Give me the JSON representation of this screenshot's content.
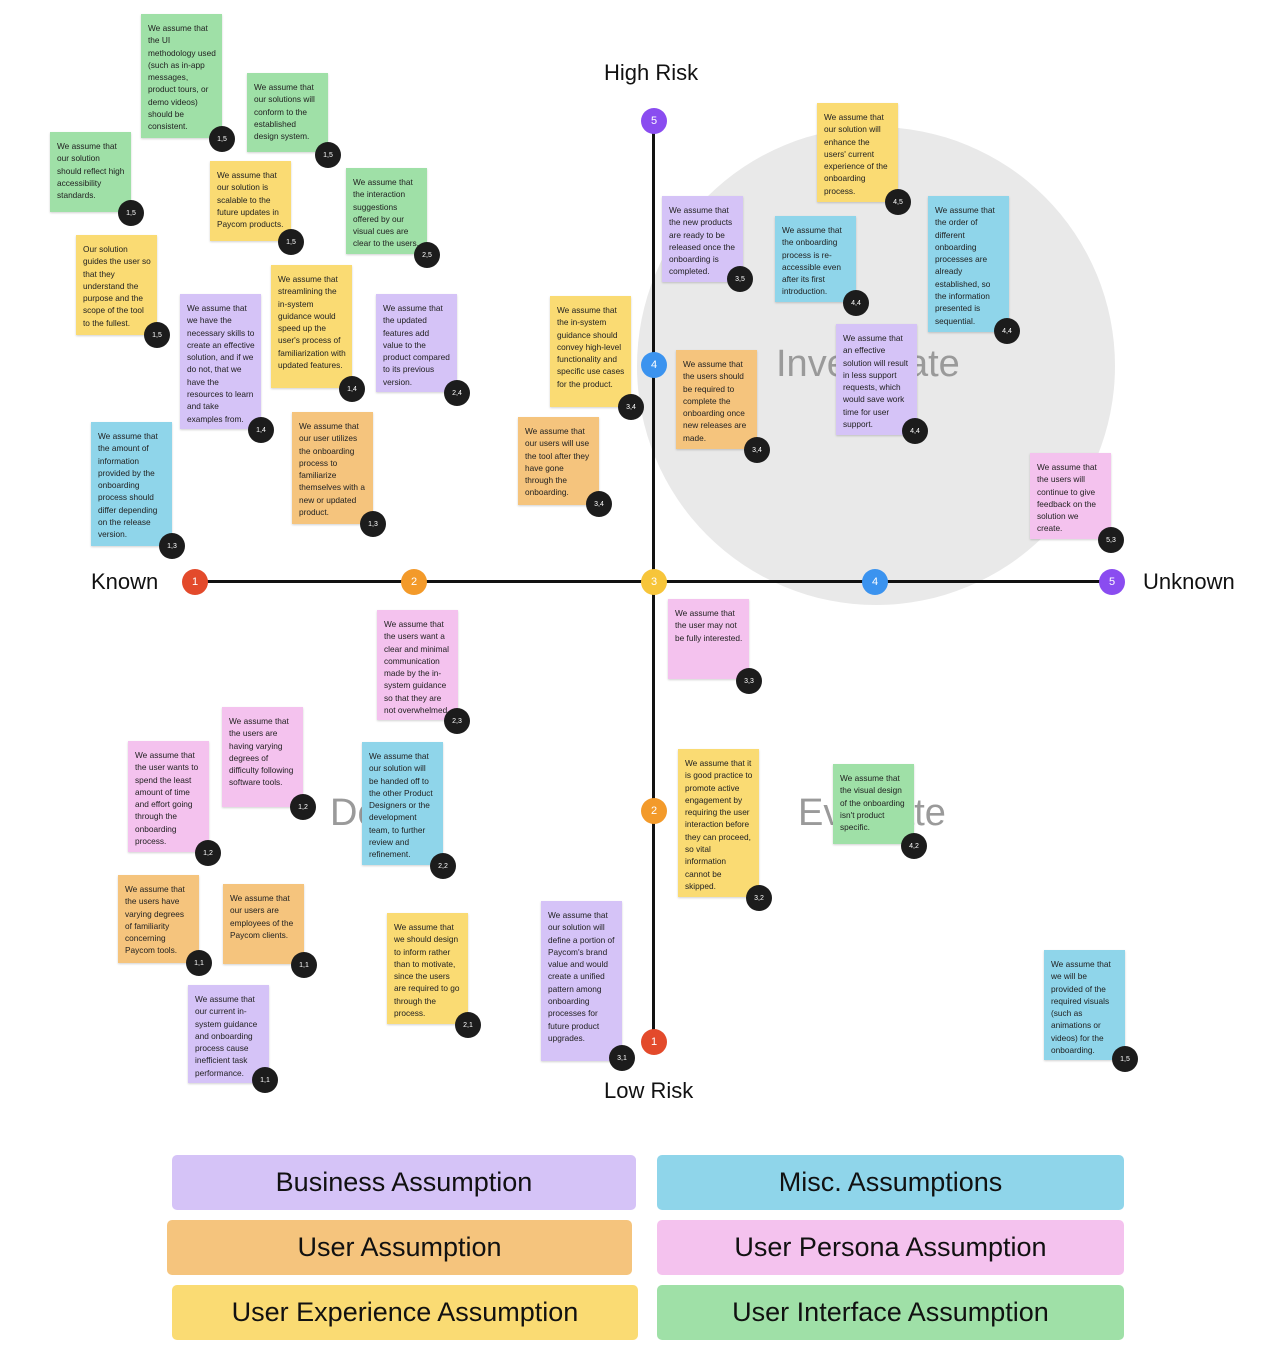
{
  "colors": {
    "purple": "#d5c3f7",
    "orange": "#f5c47d",
    "yellow": "#fadb73",
    "blue": "#8fd5ea",
    "pink": "#f4c2ee",
    "green": "#9fe0a7",
    "dot_red": "#e34a2b",
    "dot_orange": "#f39a2a",
    "dot_yellow": "#f7c53a",
    "dot_blue": "#3b93ef",
    "dot_purple": "#8a4cf0"
  },
  "axes": {
    "top": "High Risk",
    "bottom": "Low Risk",
    "left": "Known",
    "right": "Unknown",
    "h_ticks": [
      "1",
      "2",
      "3",
      "4",
      "5"
    ],
    "v_ticks": [
      "5",
      "4",
      "2",
      "1"
    ]
  },
  "quadrants": {
    "investigate": "Investigate",
    "evaluate": "Evaluate",
    "defer": "Defer"
  },
  "notes": [
    {
      "text": "We assume that the UI methodology used (such as in-app messages, product tours, or demo videos) should be consistent.",
      "tag": "1,5",
      "color": "green"
    },
    {
      "text": "We assume that our solutions will conform to the established design system.",
      "tag": "1,5",
      "color": "green"
    },
    {
      "text": "We assume that our solution should reflect high accessibility standards.",
      "tag": "1,5",
      "color": "green"
    },
    {
      "text": "We assume that our solution is scalable to the future updates in Paycom products.",
      "tag": "1,5",
      "color": "yellow"
    },
    {
      "text": "We assume that the interaction suggestions offered by our visual cues are clear to the users.",
      "tag": "2,5",
      "color": "green"
    },
    {
      "text": "Our solution guides the user so that they understand the purpose and the scope of the tool to the fullest.",
      "tag": "1,5",
      "color": "yellow"
    },
    {
      "text": "We assume that streamlining the in-system guidance would speed up the user's process of familiarization with updated features.",
      "tag": "1,4",
      "color": "yellow"
    },
    {
      "text": "We assume that we have the necessary skills to create an effective solution, and if we do not, that we have the resources to learn and take examples from.",
      "tag": "1,4",
      "color": "purple"
    },
    {
      "text": "We assume that the updated features add value to the product compared to its previous version.",
      "tag": "2,4",
      "color": "purple"
    },
    {
      "text": "We assume that our user utilizes the onboarding process to familiarize themselves with a new or updated product.",
      "tag": "1,3",
      "color": "orange"
    },
    {
      "text": "We assume that the amount of information provided by the onboarding process should differ depending on the release version.",
      "tag": "1,3",
      "color": "blue"
    },
    {
      "text": "We assume that the in-system guidance should convey high-level functionality and specific use cases for the product.",
      "tag": "3,4",
      "color": "yellow"
    },
    {
      "text": "We assume that our users will use the tool after they have gone through the onboarding.",
      "tag": "3,4",
      "color": "orange"
    },
    {
      "text": "We assume that the new products are ready to be released once the onboarding is completed.",
      "tag": "3,5",
      "color": "purple"
    },
    {
      "text": "We assume that our solution will enhance the users' current experience of the onboarding process.",
      "tag": "4,5",
      "color": "yellow"
    },
    {
      "text": "We assume that the onboarding process is re-accessible even after its first introduction.",
      "tag": "4,4",
      "color": "blue"
    },
    {
      "text": "We assume that the order of different onboarding processes are already established, so the information presented is sequential.",
      "tag": "4,4",
      "color": "blue"
    },
    {
      "text": "We assume that the users should be required to complete the onboarding once new releases are made.",
      "tag": "3,4",
      "color": "orange"
    },
    {
      "text": "We assume that an effective solution will result in less support requests, which would save work time for user support.",
      "tag": "4,4",
      "color": "purple"
    },
    {
      "text": "We assume that the users will continue to give feedback on the solution we create.",
      "tag": "5,3",
      "color": "pink"
    },
    {
      "text": "We assume that the user may not be fully interested.",
      "tag": "3,3",
      "color": "pink"
    },
    {
      "text": "We assume that the users want a clear and minimal communication made by the in-system guidance so that they are not overwhelmed.",
      "tag": "2,3",
      "color": "pink"
    },
    {
      "text": "We assume that the users are having varying degrees of difficulty following software tools.",
      "tag": "1,2",
      "color": "pink"
    },
    {
      "text": "We assume that the user wants to spend the least amount of time and effort going through the onboarding process.",
      "tag": "1,2",
      "color": "pink"
    },
    {
      "text": "We assume that our solution will be handed off to the other Product Designers or the development team, to further review and refinement.",
      "tag": "2,2",
      "color": "blue"
    },
    {
      "text": "We assume that it is good practice to promote active engagement by requiring the user interaction before they can proceed, so vital information cannot be skipped.",
      "tag": "3,2",
      "color": "yellow"
    },
    {
      "text": "We assume that the visual design of the onboarding isn't product specific.",
      "tag": "4,2",
      "color": "green"
    },
    {
      "text": "We assume that the users have varying degrees of familiarity concerning Paycom tools.",
      "tag": "1,1",
      "color": "orange"
    },
    {
      "text": "We assume that our users are employees of the Paycom clients.",
      "tag": "1,1",
      "color": "orange"
    },
    {
      "text": "We assume that we should design to inform rather than to motivate, since the users are required to go through the process.",
      "tag": "2,1",
      "color": "yellow"
    },
    {
      "text": "We assume that our solution will define a portion of Paycom's brand value and would create a unified pattern among onboarding processes for future product upgrades.",
      "tag": "3,1",
      "color": "purple"
    },
    {
      "text": "We assume that our current in-system guidance and onboarding process cause inefficient task performance.",
      "tag": "1,1",
      "color": "purple"
    },
    {
      "text": "We assume that we will be provided of the required visuals (such as animations or videos) for the onboarding.",
      "tag": "1,5",
      "color": "blue"
    }
  ],
  "legend": [
    {
      "label": "Business Assumption",
      "color": "purple"
    },
    {
      "label": "Misc. Assumptions",
      "color": "blue"
    },
    {
      "label": "User Assumption",
      "color": "orange"
    },
    {
      "label": "User Persona Assumption",
      "color": "pink"
    },
    {
      "label": "User Experience Assumption",
      "color": "yellow"
    },
    {
      "label": "User Interface Assumption",
      "color": "green"
    }
  ]
}
